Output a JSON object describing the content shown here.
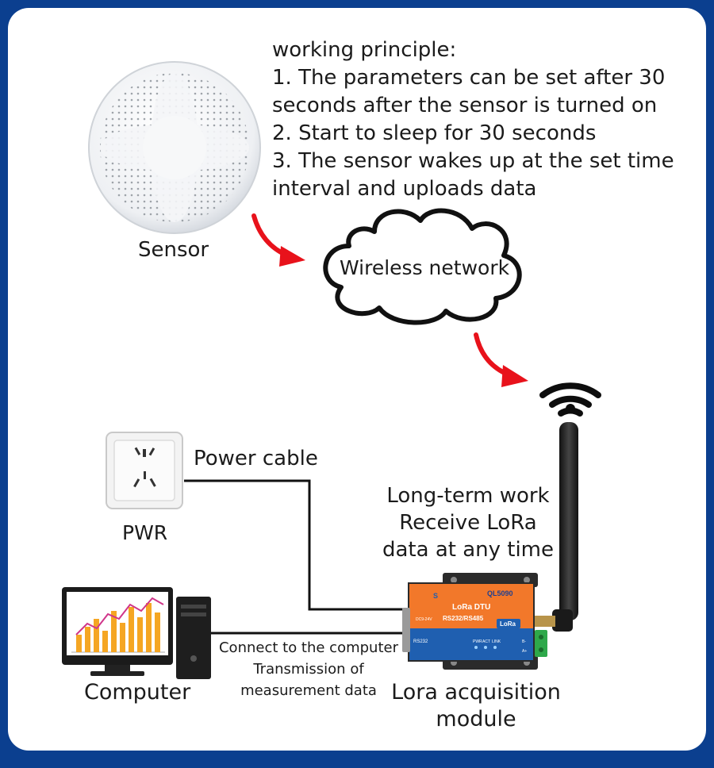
{
  "principle": {
    "title": "working principle:",
    "step1_a": "1. The parameters can be set after 30",
    "step1_b": "seconds after the sensor is turned on",
    "step2": "2. Start to sleep for 30 seconds",
    "step3_a": "3. The sensor wakes up at the set time",
    "step3_b": "interval and uploads data"
  },
  "labels": {
    "sensor": "Sensor",
    "wireless_network": "Wireless network",
    "power_cable": "Power cable",
    "pwr": "PWR",
    "computer": "Computer",
    "longterm_1": "Long-term work",
    "longterm_2": "Receive LoRa",
    "longterm_3": "data at any time",
    "connect_1": "Connect to the computer",
    "connect_2": "Transmission of",
    "connect_3": "measurement data",
    "module_1": "Lora acquisition",
    "module_2": "module"
  },
  "device": {
    "model": "QL5090",
    "name": "LoRa DTU",
    "interface": "RS232/RS485",
    "badge": "LoRa",
    "port": "RS232",
    "power_in": "DC9-24V",
    "leds": [
      "PWR",
      "ACT",
      "LINK"
    ],
    "terminals": [
      "B-",
      "A+"
    ]
  },
  "colors": {
    "background": "#0b3f8f",
    "card": "#ffffff",
    "arrow": "#e8121b",
    "device_orange": "#f2782a",
    "device_blue": "#1f5fb0"
  }
}
